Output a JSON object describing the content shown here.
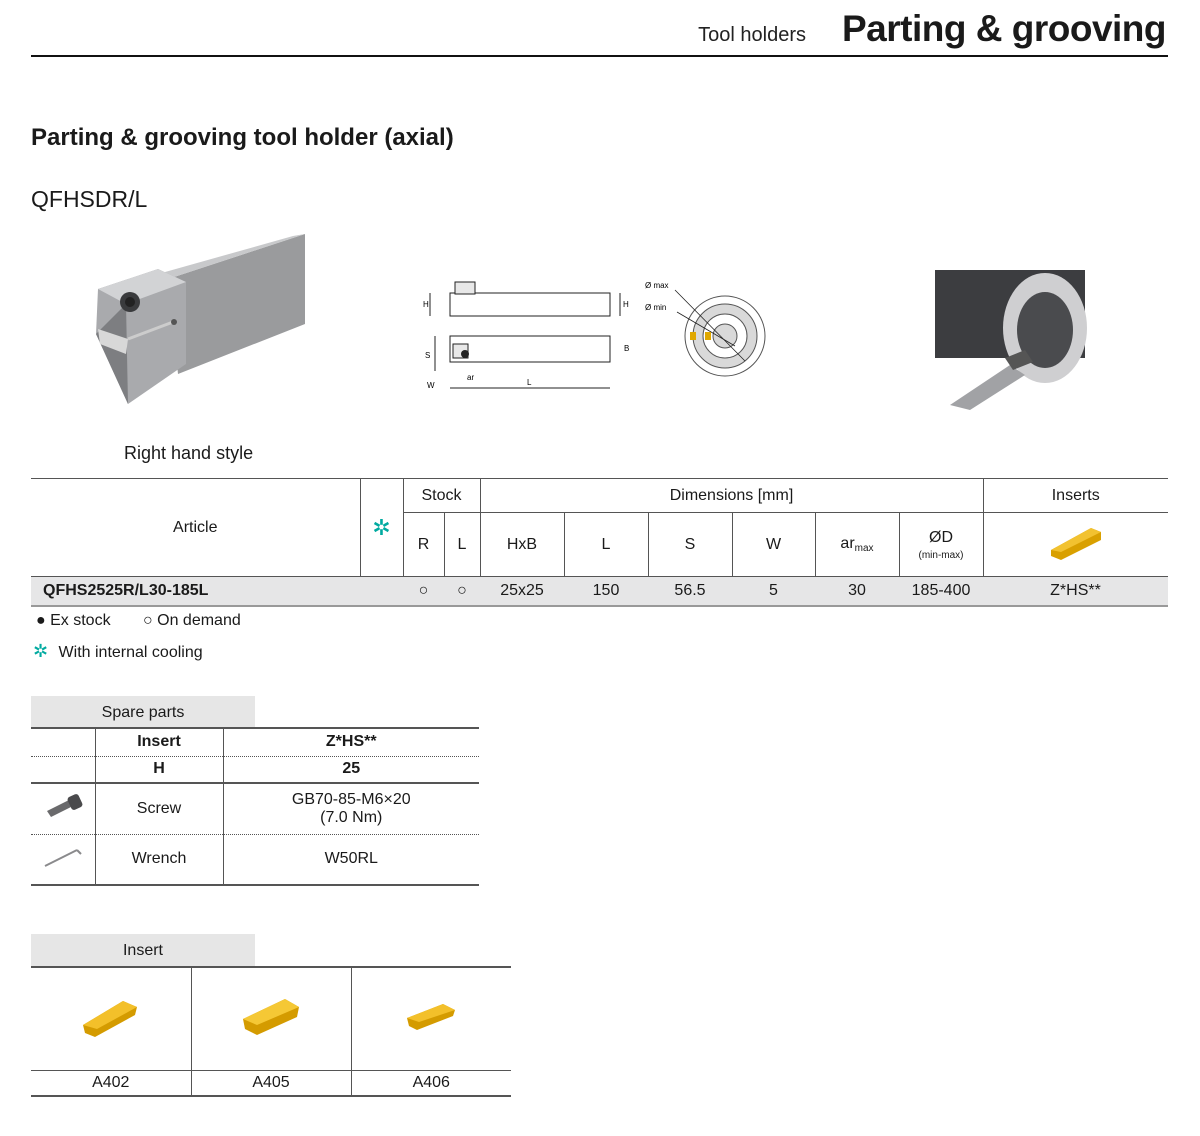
{
  "header": {
    "section": "Tool holders",
    "title": "Parting & grooving"
  },
  "page_title": "Parting & grooving tool holder (axial)",
  "model": "QFHSDR/L",
  "drawing": {
    "label_h": "H",
    "label_h2": "H",
    "label_s": "S",
    "label_b": "B",
    "label_w": "W",
    "label_ar": "ar",
    "label_l": "L",
    "label_dmax": "Ø max",
    "label_dmin": "Ø min"
  },
  "style_label": "Right hand style",
  "main_table": {
    "article_header": "Article",
    "cooling_symbol": "✲",
    "stock_header": "Stock",
    "dimensions_header": "Dimensions [mm]",
    "inserts_header": "Inserts",
    "col_r": "R",
    "col_l": "L",
    "col_hxb": "HxB",
    "col_len": "L",
    "col_s": "S",
    "col_w": "W",
    "col_ar": "ar",
    "col_ar_sub": "max",
    "col_d": "ØD",
    "col_d_sub": "(min-max)",
    "row": {
      "article": "QFHS2525R/L30-185L",
      "r": "○",
      "l": "○",
      "hxb": "25x25",
      "len": "150",
      "s": "56.5",
      "w": "5",
      "ar": "30",
      "d": "185-400",
      "insert": "Z*HS**"
    }
  },
  "legend": {
    "ex_stock": "● Ex stock",
    "on_demand": "○ On demand",
    "cooling_symbol": "✲",
    "cooling": "With internal cooling"
  },
  "spare_parts": {
    "title": "Spare parts",
    "insert_label": "Insert",
    "insert_value": "Z*HS**",
    "h_label": "H",
    "h_value": "25",
    "screw_label": "Screw",
    "screw_value_1": "GB70-85-M6×20",
    "screw_value_2": "(7.0 Nm)",
    "wrench_label": "Wrench",
    "wrench_value": "W50RL"
  },
  "insert_section": {
    "title": "Insert",
    "items": [
      "A402",
      "A405",
      "A406"
    ]
  },
  "colors": {
    "accent_cooling": "#00aaa0",
    "insert_gold": "#e0a800",
    "row_bg": "#e6e6e7"
  }
}
